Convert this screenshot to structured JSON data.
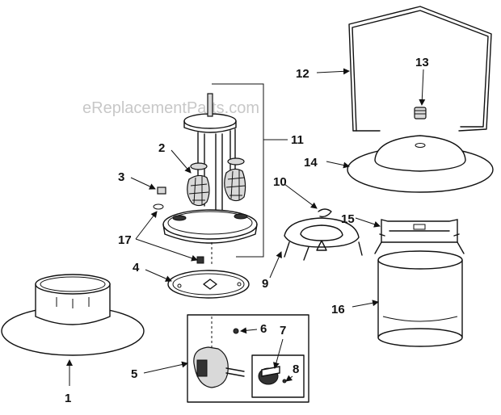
{
  "watermark": "eReplacementParts.com",
  "part_numbers": {
    "p1": "1",
    "p2": "2",
    "p3": "3",
    "p4": "4",
    "p5": "5",
    "p6": "6",
    "p7": "7",
    "p8": "8",
    "p9": "9",
    "p10": "10",
    "p11": "11",
    "p12": "12",
    "p13": "13",
    "p14": "14",
    "p15": "15",
    "p16": "16",
    "p17": "17"
  }
}
